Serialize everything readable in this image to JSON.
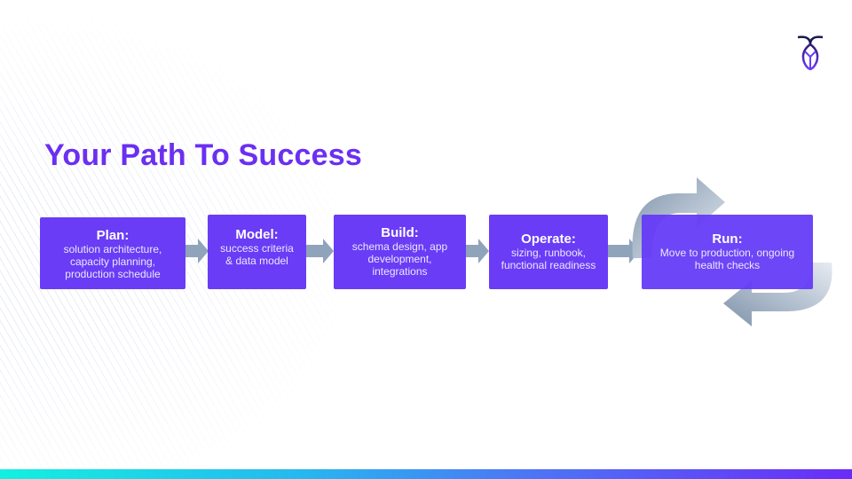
{
  "title": "Your Path To Success",
  "steps": [
    {
      "heading": "Plan:",
      "description": "solution architecture, capacity planning, production schedule"
    },
    {
      "heading": "Model:",
      "description": "success criteria & data model"
    },
    {
      "heading": "Build:",
      "description": "schema design, app development, integrations"
    },
    {
      "heading": "Operate:",
      "description": "sizing, runbook, functional readiness"
    },
    {
      "heading": "Run:",
      "description": "Move to production, ongoing health checks"
    }
  ],
  "colors": {
    "accent": "#6b2ff2",
    "box": "#6a3cf6",
    "arrow": "#8fa3bb"
  }
}
